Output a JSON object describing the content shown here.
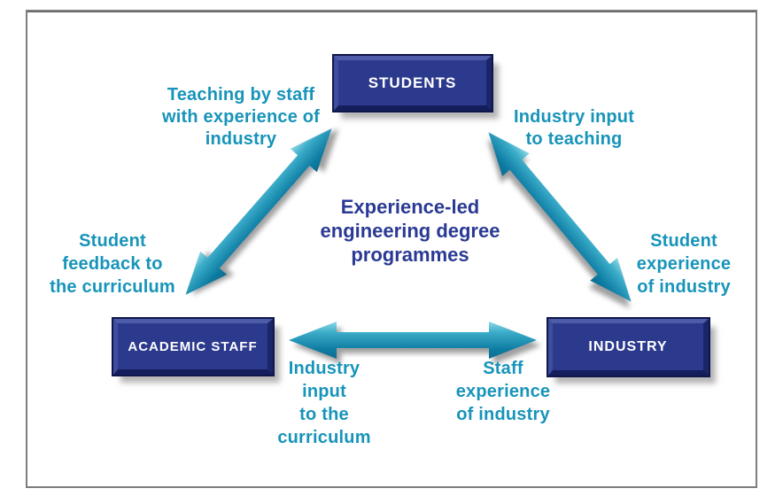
{
  "figure": {
    "center_label": "Experience-led\nengineering degree\nprogrammes",
    "nodes": {
      "students": "STUDENTS",
      "academic_staff": "ACADEMIC STAFF",
      "industry": "INDUSTRY"
    },
    "edge_labels": {
      "teaching_by_staff": "Teaching by staff\nwith experience of\nindustry",
      "industry_input_teaching": "Industry input\nto teaching",
      "student_feedback": "Student\nfeedback to\nthe curriculum",
      "student_experience": "Student\nexperience\nof industry",
      "industry_input_curriculum": "Industry\ninput\nto the\ncurriculum",
      "staff_experience": "Staff\nexperience\nof industry"
    },
    "arrows": {
      "students_academic_staff": "double-headed",
      "students_industry": "double-headed",
      "academic_staff_industry": "double-headed"
    },
    "colors": {
      "node_fill": "#2c3a8e",
      "node_outline": "#0e164a",
      "node_text": "#ffffff",
      "edge_label_teal": "#1794ba",
      "center_text_navy": "#2a3a94",
      "arrow_teal_light": "#8fd9e6",
      "arrow_teal_mid": "#3aabc8",
      "arrow_teal_dark": "#0b6b8f",
      "frame_border": "#7d7d7d"
    }
  }
}
